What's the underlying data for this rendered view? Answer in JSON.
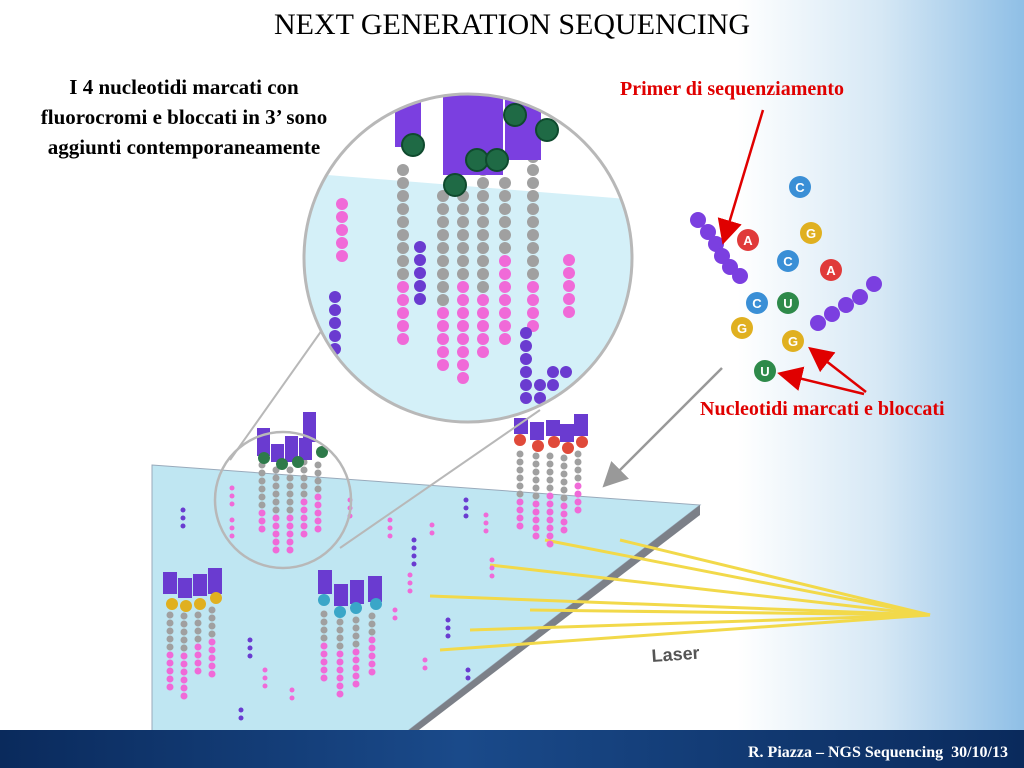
{
  "slide": {
    "title": "NEXT GENERATION SEQUENCING",
    "description": "I 4 nucleotidi marcati con fluorocromi e bloccati in 3’ sono aggiunti contemporaneamente",
    "primer_label": "Primer di sequenziamento",
    "nucleotides_label": "Nucleotidi marcati e bloccati",
    "laser_label": "Laser",
    "footer": "R. Piazza – NGS Sequencing  30/10/13"
  },
  "nucleotides": [
    "C",
    "A",
    "G",
    "C",
    "A",
    "C",
    "U",
    "G",
    "G",
    "U"
  ],
  "colors": {
    "primer": "#7b3fe0",
    "annotation": "#e00000",
    "footer": "#0a2a5c",
    "flowcell": "#bfe6f2",
    "laser": "#f2d94a",
    "adenine": "#e03a3a",
    "cytosine": "#3a8fd6",
    "guanine": "#e0b020",
    "uracil": "#2e8a4a",
    "strand": "#a0a0a0",
    "template": "#f06ad8"
  }
}
